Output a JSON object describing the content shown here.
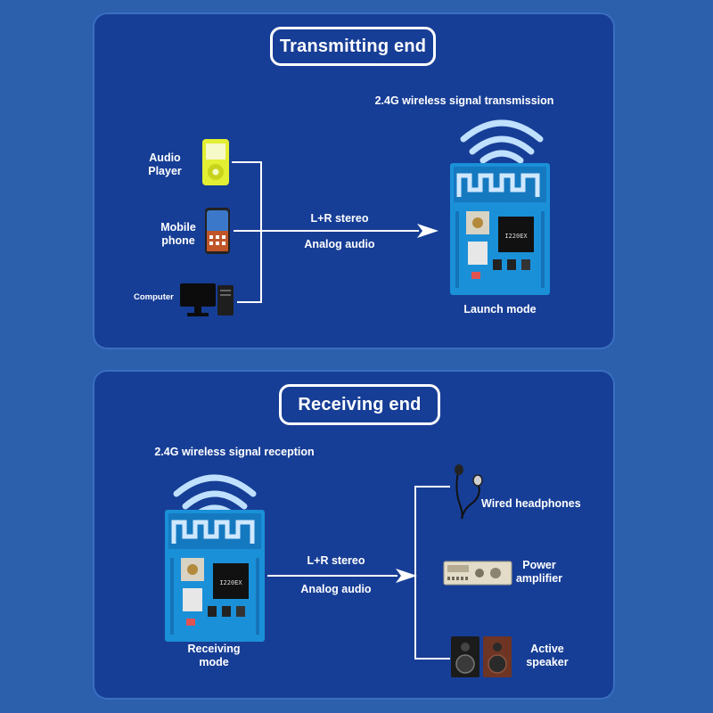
{
  "transmit": {
    "title": "Transmitting end",
    "signal_label": "2.4G wireless signal transmission",
    "sources": [
      {
        "label": "Audio Player",
        "icon": "audio-player-icon"
      },
      {
        "label": "Mobile phone",
        "icon": "mobile-phone-icon"
      },
      {
        "label": "Computer",
        "icon": "computer-icon"
      }
    ],
    "arrow_top": "L+R stereo",
    "arrow_bottom": "Analog audio",
    "module_label": "Launch mode"
  },
  "receive": {
    "title": "Receiving end",
    "signal_label": "2.4G wireless signal reception",
    "arrow_top": "L+R stereo",
    "arrow_bottom": "Analog audio",
    "module_label": "Receiving mode",
    "outputs": [
      {
        "label": "Wired headphones",
        "icon": "headphones-icon"
      },
      {
        "label": "Power amplifier",
        "icon": "amplifier-icon"
      },
      {
        "label": "Active speaker",
        "icon": "speaker-icon"
      }
    ]
  },
  "chip_text": "I220EX",
  "colors": {
    "background": "#2c60ad",
    "panel": "#173e96",
    "pcb": "#1a90d8",
    "line": "#ffffff"
  }
}
